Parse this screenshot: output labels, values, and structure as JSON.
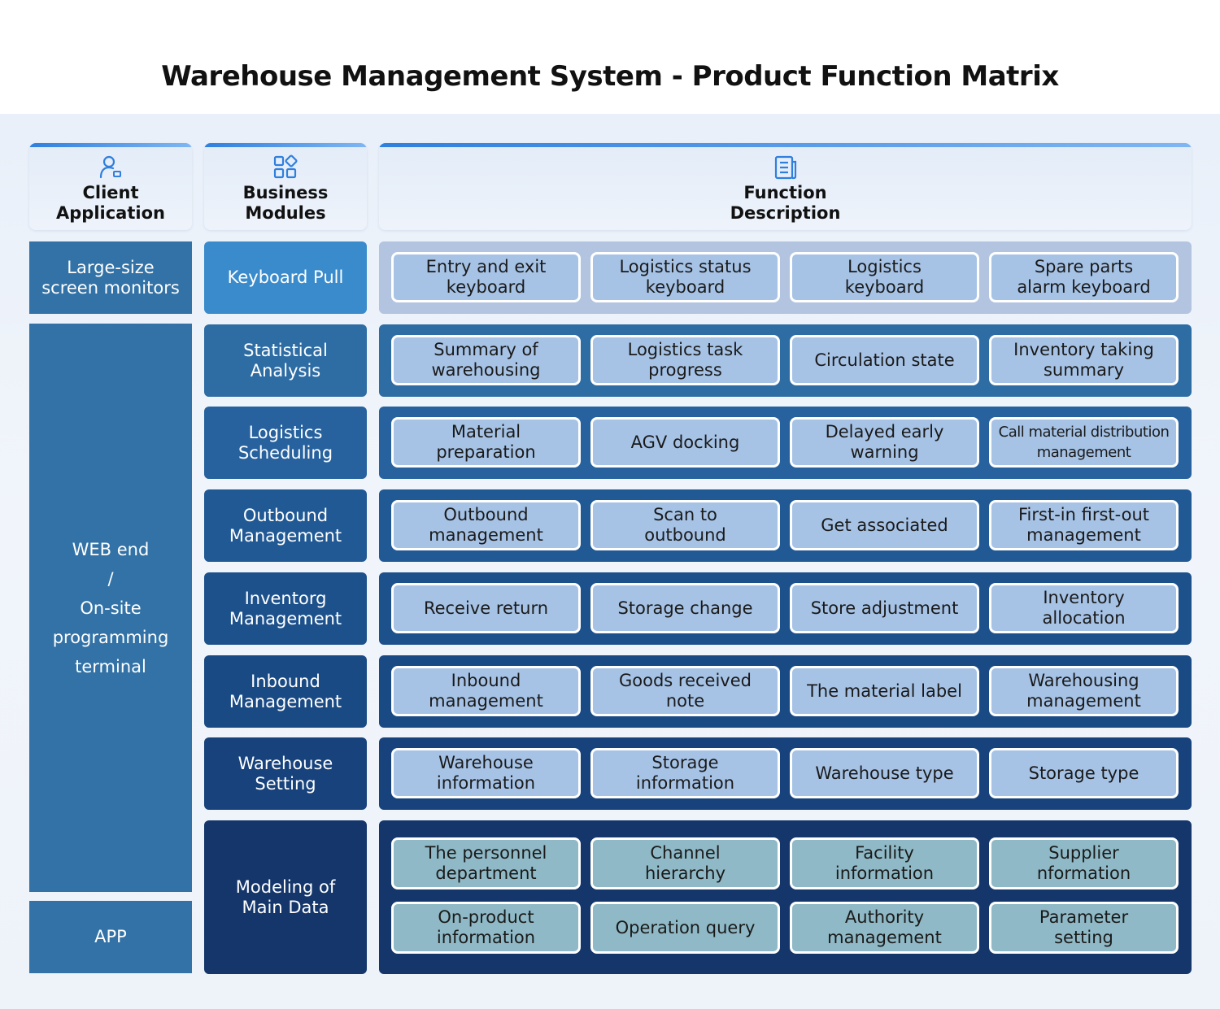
{
  "title": "Warehouse Management System - Product Function Matrix",
  "headers": {
    "client": "Client\nApplication",
    "modules": "Business\nModules",
    "function": "Function\nDescription"
  },
  "clients": {
    "large": "Large-size\nscreen monitors",
    "web": "WEB end\n/\nOn-site\nprogramming\nterminal",
    "app": "APP"
  },
  "rows": [
    {
      "module": "Keyboard Pull",
      "items": [
        "Entry and exit\nkeyboard",
        "Logistics status\nkeyboard",
        "Logistics\nkeyboard",
        "Spare parts\nalarm keyboard"
      ]
    },
    {
      "module": "Statistical\nAnalysis",
      "items": [
        "Summary of\nwarehousing",
        "Logistics task\nprogress",
        "Circulation state",
        "Inventory taking\nsummary"
      ]
    },
    {
      "module": "Logistics\nScheduling",
      "items": [
        "Material\npreparation",
        "AGV docking",
        "Delayed early\nwarning",
        "Call material distribution\nmanagement"
      ]
    },
    {
      "module": "Outbound\nManagement",
      "items": [
        "Outbound\nmanagement",
        "Scan to\noutbound",
        "Get associated",
        "First-in first-out\nmanagement"
      ]
    },
    {
      "module": "Inventorg\nManagement",
      "items": [
        "Receive return",
        "Storage change",
        "Store adjustment",
        "Inventory\nallocation"
      ]
    },
    {
      "module": "Inbound\nManagement",
      "items": [
        "Inbound\nmanagement",
        "Goods received\nnote",
        "The material label",
        "Warehousing\nmanagement"
      ]
    },
    {
      "module": "Warehouse\nSetting",
      "items": [
        "Warehouse\ninformation",
        "Storage\ninformation",
        "Warehouse type",
        "Storage type"
      ]
    },
    {
      "module": "Modeling of\nMain Data",
      "items": [
        "The personnel\ndepartment",
        "Channel\nhierarchy",
        "Facility\ninformation",
        "Supplier\nnformation",
        "On-product\ninformation",
        "Operation query",
        "Authority\nmanagement",
        "Parameter\nsetting"
      ]
    }
  ],
  "colors": {
    "client_cell": "#3272a6",
    "keyboard_module": "#3a8bcc",
    "keyboard_row": "#b2c4e0",
    "modules": [
      "#2e6ca4",
      "#27629e",
      "#215995",
      "#1d518c",
      "#1a4a84",
      "#17427b",
      "#143b72",
      "#14366a"
    ],
    "button_blue": "#a6c3e6",
    "button_teal": "#8fb9c6"
  }
}
